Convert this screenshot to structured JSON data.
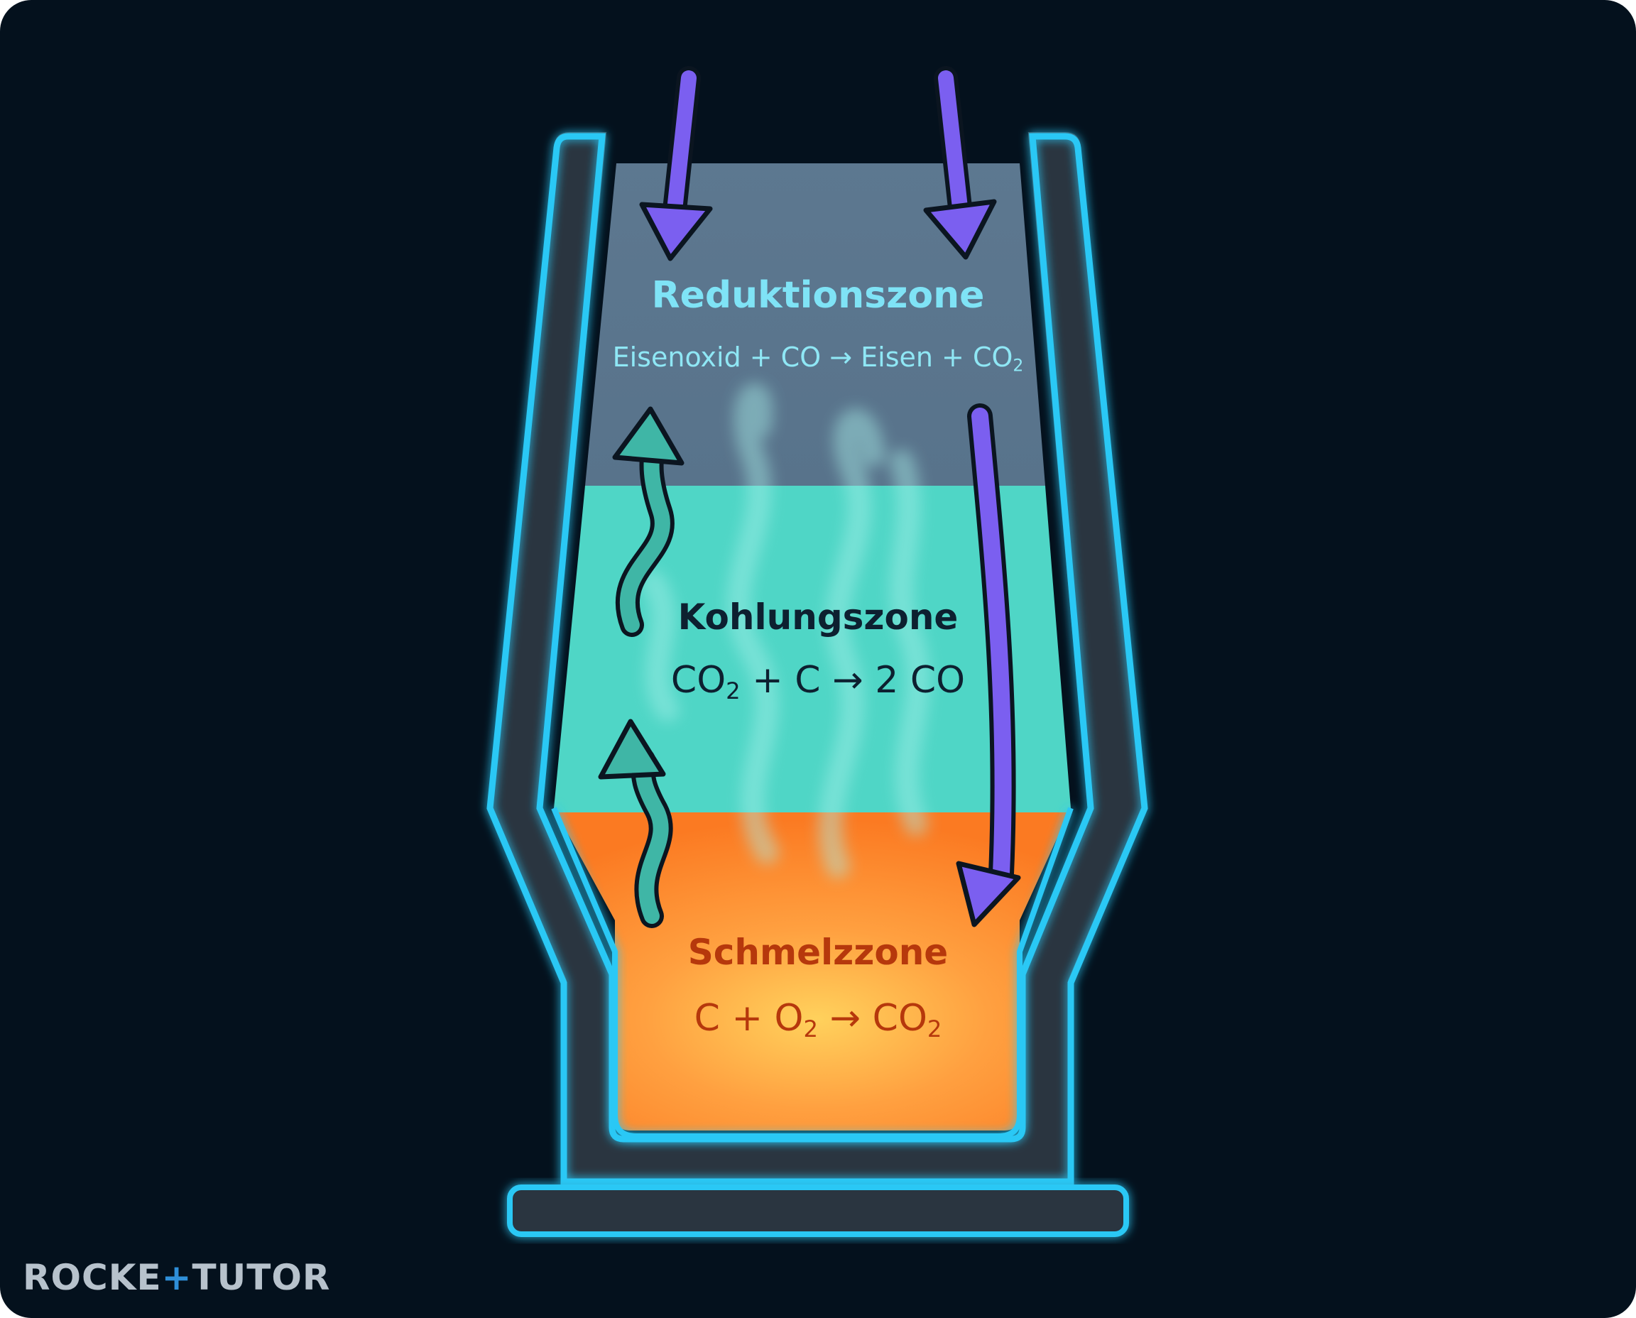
{
  "zones": {
    "reduction": {
      "title": "Reduktionszone",
      "eq_part1": "Eisenoxid + CO → Eisen + CO",
      "eq_sub1": "2",
      "color": "#5f7c93"
    },
    "carburization": {
      "title": "Kohlungszone",
      "eq_part1": "CO",
      "eq_sub1": "2",
      "eq_part2": " + C → 2 CO",
      "color": "#4fd6c6"
    },
    "melting": {
      "title": "Schmelzzone",
      "eq_part1": "C + O",
      "eq_sub1": "2",
      "eq_part2": " → CO",
      "eq_sub2": "2",
      "color": "#fb8d2f"
    }
  },
  "arrows": {
    "material_color": "#7b5ff0",
    "gas_color": "#3fb6a6"
  },
  "frame": {
    "glow_color": "#2bc8f5"
  },
  "logo": {
    "part1": "ROCKE",
    "plus": "+",
    "part2": "TUTOR"
  }
}
